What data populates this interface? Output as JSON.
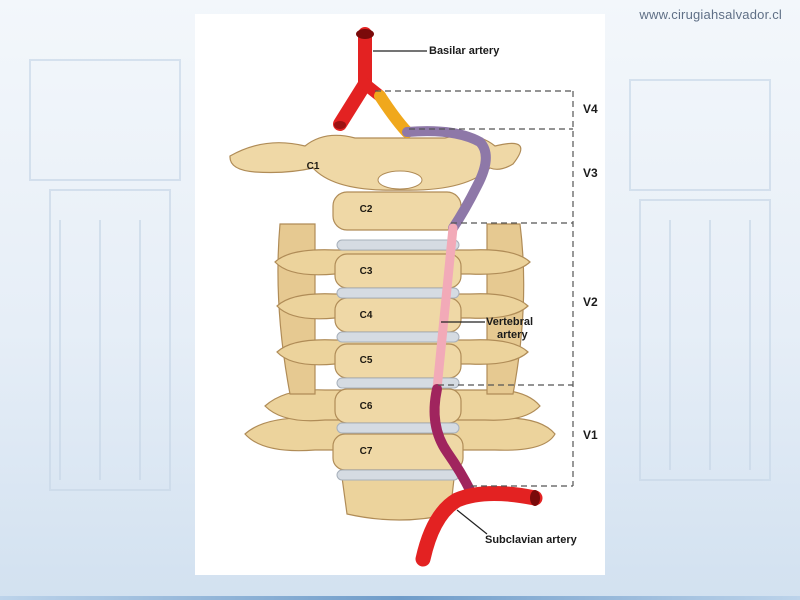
{
  "site_url": "www.cirugiahsalvador.cl",
  "labels": {
    "basilar": "Basilar artery",
    "vertebral_line1": "Vertebral",
    "vertebral_line2": "artery",
    "subclavian": "Subclavian artery"
  },
  "segments": [
    "V4",
    "V3",
    "V2",
    "V1"
  ],
  "vertebrae": [
    "C1",
    "C2",
    "C3",
    "C4",
    "C5",
    "C6",
    "C7"
  ],
  "colors": {
    "artery_red": "#e32222",
    "v4_segment": "#f0a81c",
    "v3_segment": "#8e78a8",
    "v2_segment": "#f2aab8",
    "v1_segment": "#a0245e",
    "bone": "#efd8a6",
    "disc": "#d5dbe2"
  }
}
